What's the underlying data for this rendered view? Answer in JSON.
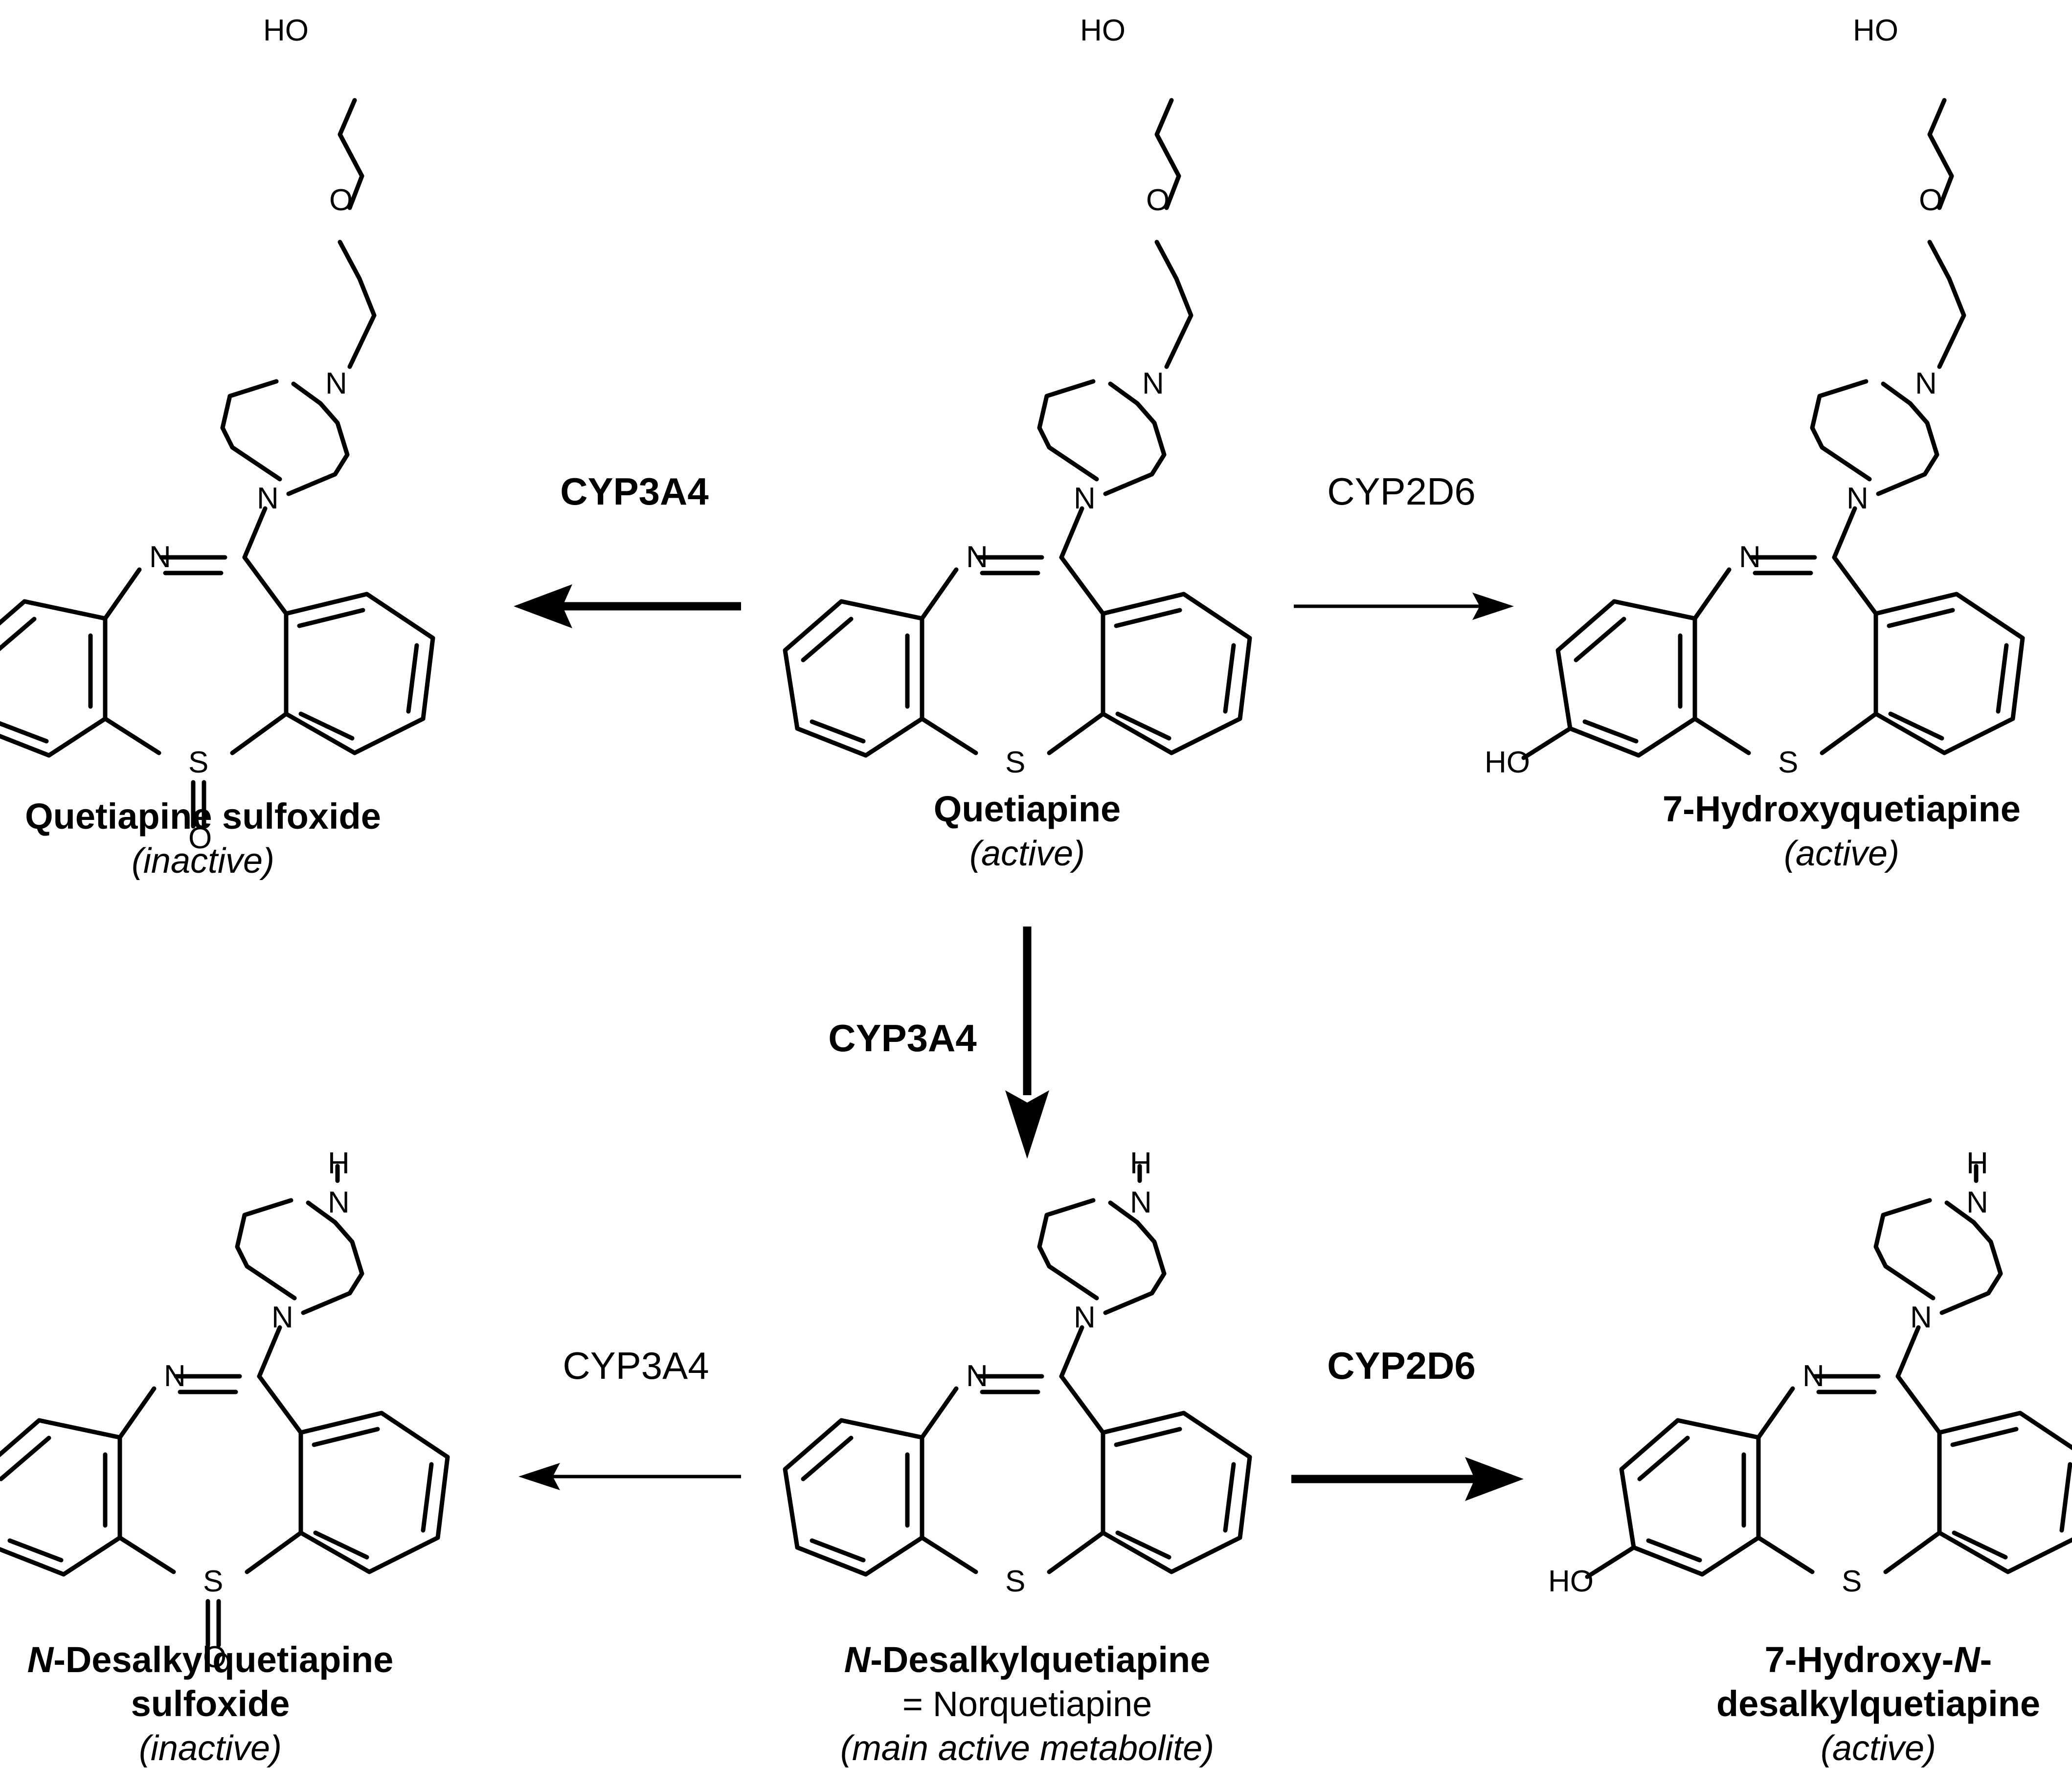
{
  "molecules": [
    {
      "id": "quetiapine-sulfoxide",
      "side_chain": "hydroxyethoxyethyl",
      "sulfoxide": true,
      "hydroxy7": false,
      "name": "Quetiapine sulfoxide",
      "activity": "(inactive)"
    },
    {
      "id": "quetiapine",
      "side_chain": "hydroxyethoxyethyl",
      "sulfoxide": false,
      "hydroxy7": false,
      "name": "Quetiapine",
      "activity": "(active)"
    },
    {
      "id": "hydroxyquetiapine",
      "side_chain": "hydroxyethoxyethyl",
      "sulfoxide": false,
      "hydroxy7": true,
      "name": "7-Hydroxyquetiapine",
      "activity": "(active)"
    },
    {
      "id": "n-desalkylquetiapine-sulfoxide",
      "side_chain": "none",
      "sulfoxide": true,
      "hydroxy7": false,
      "name_prefix": "N",
      "name_rest": "-Desalkylquetiapine",
      "name_line2": "sulfoxide",
      "activity": "(inactive)"
    },
    {
      "id": "n-desalkylquetiapine",
      "side_chain": "none",
      "sulfoxide": false,
      "hydroxy7": false,
      "name_prefix": "N",
      "name_rest": "-Desalkylquetiapine",
      "alias": "= Norquetiapine",
      "activity": "(main active metabolite)"
    },
    {
      "id": "hydroxy-n-desalkylquetiapine",
      "side_chain": "none",
      "sulfoxide": false,
      "hydroxy7": true,
      "name_part1": "7-Hydroxy-",
      "name_prefix": "N",
      "name_part2": "-",
      "name_line2": "desalkylquetiapine",
      "activity": "(active)"
    }
  ],
  "atoms": {
    "hydroxyl": "HO",
    "oxygen": "O",
    "nitrogen": "N",
    "sulfur": "S",
    "nh_hydrogen": "H"
  },
  "reactions": [
    {
      "id": "quetiapine-to-sulfoxide",
      "from": "quetiapine",
      "to": "quetiapine-sulfoxide",
      "enzyme": "CYP3A4",
      "emphasis": "major"
    },
    {
      "id": "quetiapine-to-7-hydroxy",
      "from": "quetiapine",
      "to": "hydroxyquetiapine",
      "enzyme": "CYP2D6",
      "emphasis": "minor"
    },
    {
      "id": "quetiapine-to-norquetiapine",
      "from": "quetiapine",
      "to": "n-desalkylquetiapine",
      "enzyme": "CYP3A4",
      "emphasis": "major"
    },
    {
      "id": "norquetiapine-to-sulfoxide",
      "from": "n-desalkylquetiapine",
      "to": "n-desalkylquetiapine-sulfoxide",
      "enzyme": "CYP3A4",
      "emphasis": "minor"
    },
    {
      "id": "norquetiapine-to-7-hydroxy",
      "from": "n-desalkylquetiapine",
      "to": "hydroxy-n-desalkylquetiapine",
      "enzyme": "CYP2D6",
      "emphasis": "major"
    }
  ]
}
